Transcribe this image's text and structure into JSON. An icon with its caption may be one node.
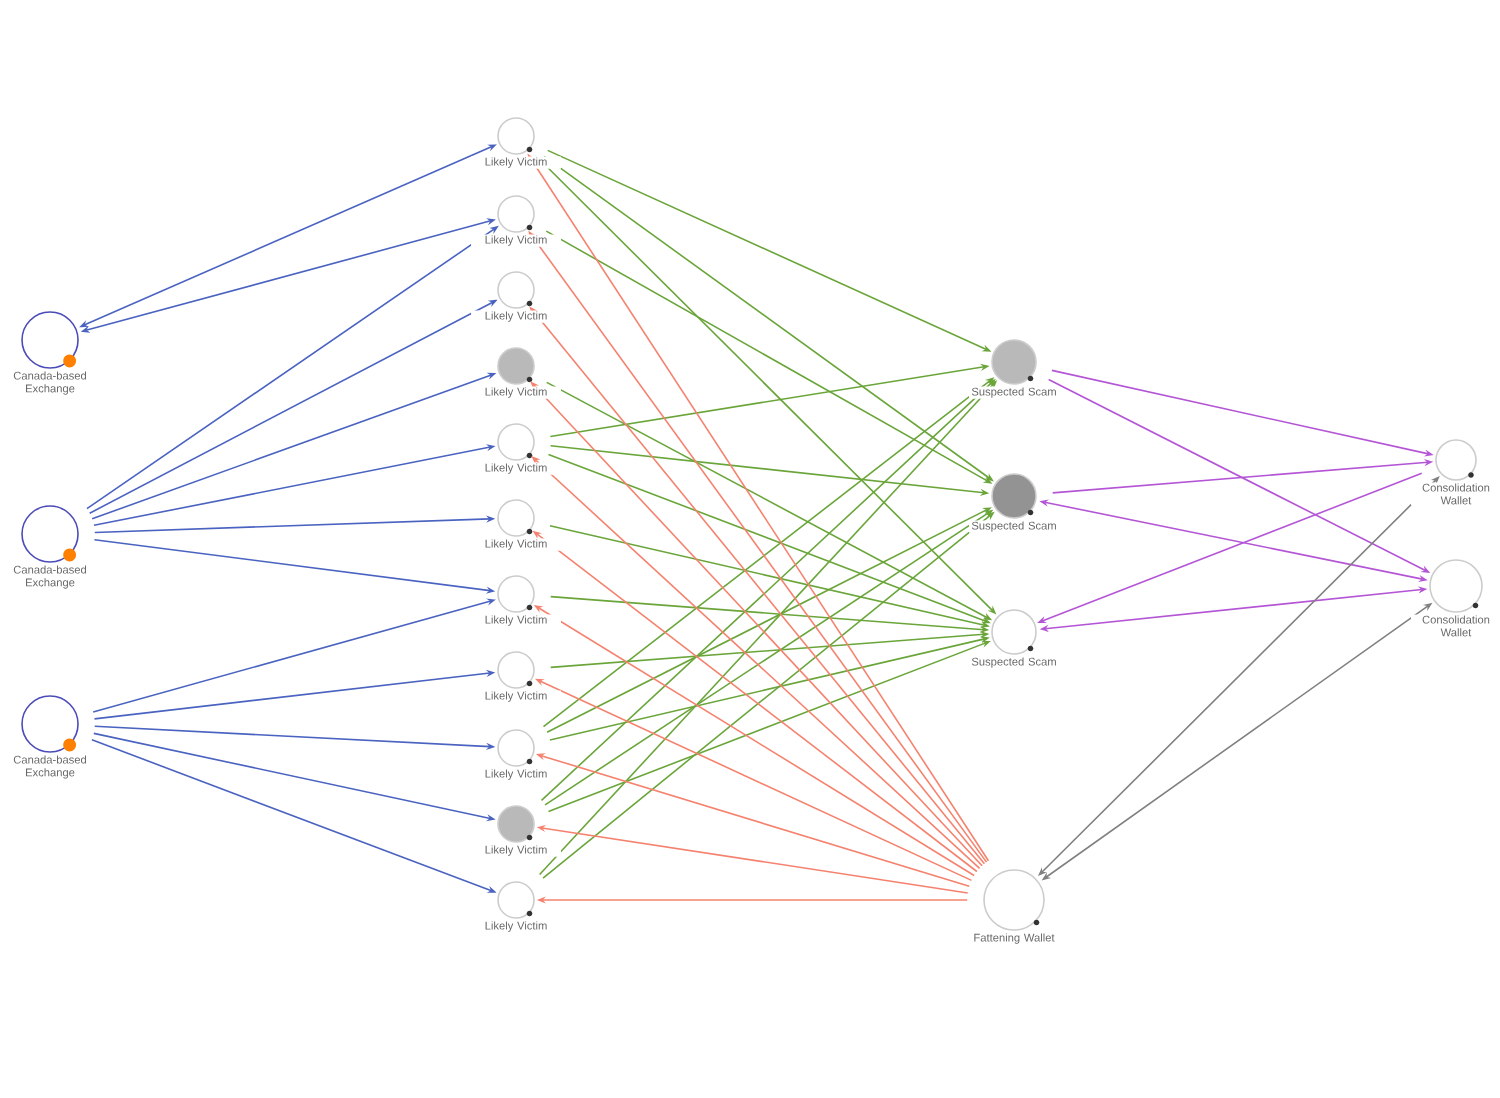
{
  "diagram": {
    "nodes": [
      {
        "text": [
          "Canada-based Exchange"
        ]
      },
      {
        "text": [
          "Canada-based Exchange"
        ]
      },
      {
        "text": [
          "Canada-based Exchange"
        ]
      },
      {
        "text": [
          "Likely Victim"
        ]
      },
      {
        "text": [
          "Likely Victim"
        ]
      },
      {
        "text": [
          "Likely Victim"
        ]
      },
      {
        "text": [
          "Likely Victim"
        ]
      },
      {
        "text": [
          "Likely Victim"
        ]
      },
      {
        "text": [
          "Likely Victim"
        ]
      },
      {
        "text": [
          "Likely Victim"
        ]
      },
      {
        "text": [
          "Likely Victim"
        ]
      },
      {
        "text": [
          "Likely Victim"
        ]
      },
      {
        "text": [
          "Likely Victim"
        ]
      },
      {
        "text": [
          "Likely Victim"
        ]
      },
      {
        "text": [
          "Suspected Scam"
        ]
      },
      {
        "text": [
          "Suspected Scam"
        ]
      },
      {
        "text": [
          "Suspected Scam"
        ]
      },
      {
        "text": [
          "Fattening Wallet"
        ]
      },
      {
        "text": [
          "Consolidation Wallet"
        ]
      },
      {
        "text": [
          "Consolidation Wallet"
        ]
      }
    ],
    "edges": [
      {
        "from": 0,
        "to": 3,
        "arrow": "both",
        "color": "#4a63c0"
      },
      {
        "from": 0,
        "to": 4,
        "arrow": "both",
        "color": "#4a63c0"
      },
      {
        "from": 1,
        "to": 4,
        "arrow": "to",
        "color": "#4a63c0"
      },
      {
        "from": 1,
        "to": 5,
        "arrow": "to",
        "color": "#4a63c0"
      },
      {
        "from": 1,
        "to": 6,
        "arrow": "to",
        "color": "#4a63c0"
      },
      {
        "from": 1,
        "to": 7,
        "arrow": "to",
        "color": "#4a63c0"
      },
      {
        "from": 1,
        "to": 8,
        "arrow": "to",
        "color": "#4a63c0"
      },
      {
        "from": 1,
        "to": 9,
        "arrow": "to",
        "color": "#4a63c0"
      },
      {
        "from": 2,
        "to": 9,
        "arrow": "to",
        "color": "#4a63c0"
      },
      {
        "from": 2,
        "to": 10,
        "arrow": "to",
        "color": "#4a63c0"
      },
      {
        "from": 2,
        "to": 11,
        "arrow": "to",
        "color": "#4a63c0"
      },
      {
        "from": 2,
        "to": 12,
        "arrow": "to",
        "color": "#4a63c0"
      },
      {
        "from": 2,
        "to": 13,
        "arrow": "to",
        "color": "#4a63c0"
      },
      {
        "from": 3,
        "to": 14,
        "arrow": "to"
      },
      {
        "from": 3,
        "to": 15,
        "arrow": "to"
      },
      {
        "from": 3,
        "to": 16,
        "arrow": "to"
      },
      {
        "from": 4,
        "to": 15,
        "arrow": "to"
      },
      {
        "from": 6,
        "to": 16,
        "arrow": "to"
      },
      {
        "from": 7,
        "to": 14,
        "arrow": "to"
      },
      {
        "from": 7,
        "to": 15,
        "arrow": "to"
      },
      {
        "from": 7,
        "to": 16,
        "arrow": "to"
      },
      {
        "from": 8,
        "to": 16,
        "arrow": "to"
      },
      {
        "from": 9,
        "to": 16,
        "arrow": "to"
      },
      {
        "from": 10,
        "to": 16,
        "arrow": "to"
      },
      {
        "from": 11,
        "to": 14,
        "arrow": "to"
      },
      {
        "from": 11,
        "to": 15,
        "arrow": "to"
      },
      {
        "from": 11,
        "to": 16,
        "arrow": "to"
      },
      {
        "from": 12,
        "to": 14,
        "arrow": "to"
      },
      {
        "from": 12,
        "to": 15,
        "arrow": "to"
      },
      {
        "from": 12,
        "to": 16,
        "arrow": "to"
      },
      {
        "from": 13,
        "to": 14,
        "arrow": "to"
      },
      {
        "from": 13,
        "to": 15,
        "arrow": "to"
      },
      {
        "from": 17,
        "to": 3,
        "arrow": "to",
        "color": "#f5826e"
      },
      {
        "from": 17,
        "to": 4,
        "arrow": "to",
        "color": "#f5826e"
      },
      {
        "from": 17,
        "to": 5,
        "arrow": "to",
        "color": "#f5826e"
      },
      {
        "from": 17,
        "to": 6,
        "arrow": "to",
        "color": "#f5826e"
      },
      {
        "from": 17,
        "to": 7,
        "arrow": "to",
        "color": "#f5826e"
      },
      {
        "from": 17,
        "to": 8,
        "arrow": "to",
        "color": "#f5826e"
      },
      {
        "from": 17,
        "to": 9,
        "arrow": "to",
        "color": "#f5826e"
      },
      {
        "from": 17,
        "to": 10,
        "arrow": "to",
        "color": "#f5826e"
      },
      {
        "from": 17,
        "to": 11,
        "arrow": "to",
        "color": "#f5826e"
      },
      {
        "from": 17,
        "to": 12,
        "arrow": "to",
        "color": "#f5826e"
      },
      {
        "from": 17,
        "to": 13,
        "arrow": "to",
        "color": "#f5826e"
      },
      {
        "from": 14,
        "to": 18,
        "arrow": "to",
        "color": "#b455d6"
      },
      {
        "from": 14,
        "to": 19,
        "arrow": "to",
        "color": "#b455d6"
      },
      {
        "from": 15,
        "to": 18,
        "arrow": "to",
        "color": "#b455d6"
      },
      {
        "from": 15,
        "to": 19,
        "arrow": "both",
        "color": "#b455d6"
      },
      {
        "from": 18,
        "to": 16,
        "arrow": "to",
        "color": "#b455d6"
      },
      {
        "from": 16,
        "to": 19,
        "arrow": "both",
        "color": "#b455d6"
      },
      {
        "from": 17,
        "to": 18,
        "arrow": "both",
        "color": "#808080"
      },
      {
        "from": 17,
        "to": 19,
        "arrow": "both",
        "color": "#808080"
      }
    ]
  }
}
